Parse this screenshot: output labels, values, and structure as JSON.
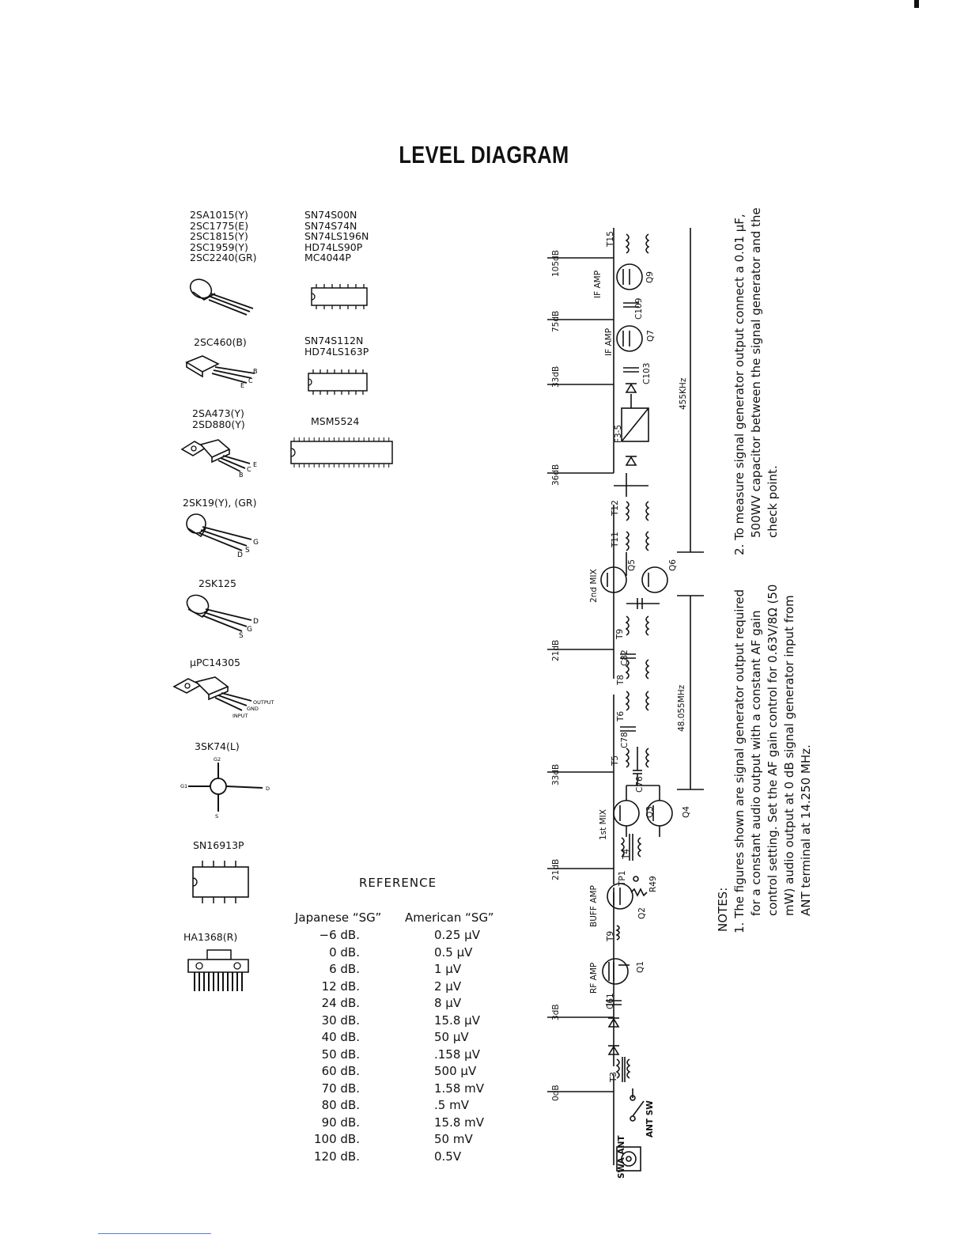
{
  "title": "LEVEL DIAGRAM",
  "parts": {
    "group1": [
      "2SA1015(Y)",
      "2SC1775(E)",
      "2SC1815(Y)",
      "2SC1959(Y)",
      "2SC2240(GR)"
    ],
    "group2": [
      "2SC460(B)"
    ],
    "group3": [
      "2SA473(Y)",
      "2SD880(Y)"
    ],
    "group4": [
      "2SK19(Y), (GR)"
    ],
    "group5": [
      "2SK125"
    ],
    "group6": [
      "μPC14305"
    ],
    "group7": [
      "3SK74(L)"
    ],
    "group8": [
      "SN16913P"
    ],
    "group9": [
      "HA1368(R)"
    ],
    "ic1": [
      "SN74S00N",
      "SN74S74N",
      "SN74LS196N",
      "HD74LS90P",
      "MC4044P"
    ],
    "ic2": [
      "SN74S112N",
      "HD74LS163P"
    ],
    "ic3": [
      "MSM5524"
    ]
  },
  "pins": {
    "b": "B",
    "c": "C",
    "e": "E",
    "g": "G",
    "d": "D",
    "s": "S",
    "g1": "G1",
    "g2": "G2",
    "output": "OUTPUT",
    "gnd": "GND",
    "input": "INPUT"
  },
  "reference": {
    "title": "REFERENCE",
    "col1_header": "Japanese “SG”",
    "col2_header": "American “SG”",
    "rows": [
      {
        "jp": "−6 dB.",
        "us": "0.25 μV"
      },
      {
        "jp": "0 dB.",
        "us": "0.5 μV"
      },
      {
        "jp": "6 dB.",
        "us": "1 μV"
      },
      {
        "jp": "12 dB.",
        "us": "2 μV"
      },
      {
        "jp": "24 dB.",
        "us": "8 μV"
      },
      {
        "jp": "30 dB.",
        "us": "15.8 μV"
      },
      {
        "jp": "40 dB.",
        "us": "50 μV"
      },
      {
        "jp": "50 dB.",
        "us": ".158 μV"
      },
      {
        "jp": "60 dB.",
        "us": "500 μV"
      },
      {
        "jp": "70 dB.",
        "us": "1.58 mV"
      },
      {
        "jp": "80 dB.",
        "us": ".5 mV"
      },
      {
        "jp": "90 dB.",
        "us": "15.8 mV"
      },
      {
        "jp": "100 dB.",
        "us": "50 mV"
      },
      {
        "jp": "120 dB.",
        "us": "0.5V"
      }
    ]
  },
  "diagram": {
    "levels": {
      "l0": "0dB",
      "l3": "3dB",
      "l21a": "21dB",
      "l33a": "33dB",
      "l21b": "21dB",
      "l36": "36dB",
      "l33b": "33dB",
      "l75": "75dB",
      "l105": "105dB"
    },
    "stages": {
      "rf_amp": "RF AMP",
      "buff_amp": "BUFF AMP",
      "mix1": "1st MIX",
      "mix2": "2nd MIX",
      "if_amp1": "IF AMP",
      "if_amp2": "IF AMP"
    },
    "parts": {
      "swa_ant": "SWA ANT",
      "ant_sw": "ANT SW",
      "t3": "T3",
      "c61": "C61",
      "q1": "Q1",
      "t9a": "T9",
      "tp1": "TP1",
      "q2": "Q2",
      "r49": "R49",
      "t4": "T4",
      "q3": "Q3",
      "q4": "Q4",
      "c76": "C76",
      "t5": "T5",
      "c78": "C78",
      "t6": "T6",
      "t8": "T8",
      "c82": "C82",
      "t9b": "T9",
      "q5": "Q5",
      "q6": "Q6",
      "t11": "T11",
      "t12": "T12",
      "f3_5": "F3-5",
      "c103": "C103",
      "q7": "Q7",
      "c109": "C109",
      "q9": "Q9",
      "t15": "T15"
    },
    "freq1": "48.055MHz",
    "freq2": "455KHz"
  },
  "notes": {
    "heading": "NOTES:",
    "note1": [
      "1. The figures shown are signal generator output required",
      "for a constant audio output with a constant AF gain",
      "control setting.  Set the AF gain control for 0.63V/8Ω (50",
      "mW) audio output at 0 dB signal generator input from",
      "ANT terminal at 14.250 MHz."
    ],
    "note2": [
      "2. To measure signal generator output connect a 0.01 μF,",
      "500WV capacitor between the signal generator and the",
      "check point."
    ]
  }
}
